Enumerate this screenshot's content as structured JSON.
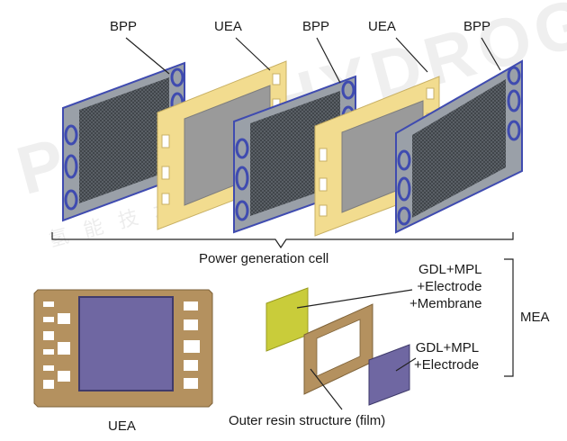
{
  "labels": {
    "bpp": "BPP",
    "uea": "UEA",
    "power_generation_cell": "Power generation cell",
    "gdl_mpl_electrode_membrane": "GDL+MPL\n+Electrode\n+Membrane",
    "gdl_mpl_electrode": "GDL+MPL\n+Electrode",
    "mea": "MEA",
    "uea_bottom": "UEA",
    "outer_resin_structure": "Outer resin structure (film)"
  },
  "watermark": {
    "text": "POINT HYDROGEN",
    "subtext": "氢能技术公众号"
  },
  "colors": {
    "bpp_frame": "#9aa0a8",
    "bpp_flow_field": "#4a4f55",
    "bpp_gasket": "#3f4bb0",
    "uea_frame": "#f2dc8f",
    "uea_membrane": "#9a9a9a",
    "uea_bottom_frame": "#b4915f",
    "uea_bottom_membrane": "#6f67a2",
    "electrode_yellow": "#c9cc3a",
    "electrode_purple": "#6f67a2",
    "resin_film": "#b4915f"
  }
}
